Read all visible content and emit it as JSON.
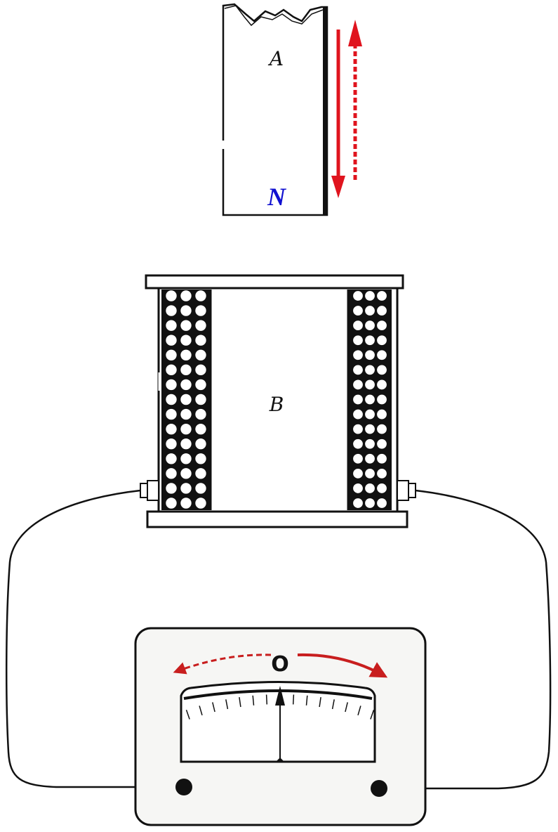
{
  "magnet": {
    "label": "A",
    "pole_label": "N",
    "pole_color": "#1010d0",
    "motion_arrow_color": "#e0141e",
    "motions": [
      "down",
      "up"
    ]
  },
  "coil": {
    "label": "B",
    "turns_per_row": 3,
    "rows": 15
  },
  "galvanometer": {
    "zero_label": "O",
    "deflection_arrow_color": "#c81e1e",
    "deflections": [
      "left",
      "right"
    ],
    "ticks_per_side": 7,
    "needle_position": 0
  },
  "colors": {
    "line": "#111111",
    "meter_face": "#f6f6f4"
  }
}
